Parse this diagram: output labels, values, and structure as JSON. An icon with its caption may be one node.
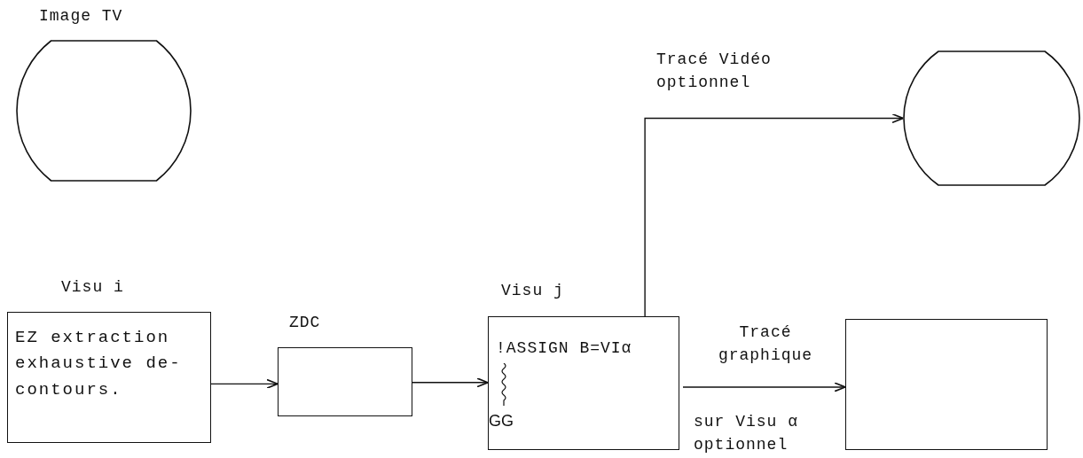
{
  "diagram": {
    "nodes": [
      {
        "text": [
          "Image TV"
        ]
      },
      {
        "text": [
          "Visu i",
          "EZ extraction exhaustive de- contours."
        ]
      },
      {
        "text": [
          "ZDC"
        ]
      },
      {
        "text": [
          "Visu j",
          "!ASSIGN B=VIα",
          "GG"
        ]
      },
      {
        "text": [],
        "shape": "screen"
      },
      {
        "text": [],
        "shape": "box"
      }
    ],
    "edges": [
      {
        "from": 1,
        "to": 2,
        "arrow": "to"
      },
      {
        "from": 2,
        "to": 3,
        "arrow": "to"
      },
      {
        "from": 3,
        "to": 4,
        "arrow": "to",
        "label": "Tracé Vidéo optionnel"
      },
      {
        "from": 3,
        "to": 5,
        "arrow": "to",
        "label": "Tracé graphique"
      }
    ],
    "labels": [
      "sur Visu α optionnel"
    ]
  }
}
